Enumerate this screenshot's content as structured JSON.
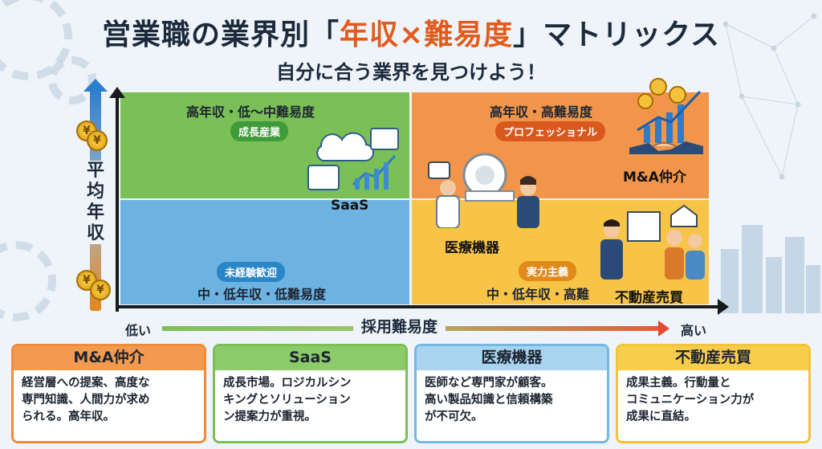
{
  "title_parts": {
    "before": "営業職の業界別「",
    "highlight": "年収×難易度",
    "after": "」マトリックス"
  },
  "subtitle": "自分に合う業界を見つけよう！",
  "yaxis_label": "平均年収",
  "coin_symbol": "¥",
  "xaxis": {
    "low": "低い",
    "label": "採用難易度",
    "high": "高い"
  },
  "quadrants": {
    "top_left": {
      "heading": "高年収・低〜中難易度",
      "tag": "成長産業",
      "industry": "SaaS"
    },
    "top_right": {
      "heading": "高年収・高難易度",
      "tag": "プロフェッショナル",
      "industry": "M&A仲介"
    },
    "bottom_left": {
      "tag": "未経験歓迎",
      "heading": "中・低年収・低難易度"
    },
    "bottom_right": {
      "industry_a": "医療機器",
      "tag": "実力主義",
      "heading": "中・低年収・高難",
      "industry_b": "不動産売買"
    }
  },
  "cards": [
    {
      "title": "M&A仲介",
      "lines": [
        "経営層への提案、高度な",
        "専門知識、人間力が求め",
        "られる。高年収。"
      ]
    },
    {
      "title": "SaaS",
      "lines": [
        "成長市場。ロジカルシン",
        "キングとソリューション",
        "ン提案力が重視。"
      ]
    },
    {
      "title": "医療機器",
      "lines": [
        "医師など専門家が顧客。",
        "高い製品知識と信頼構築",
        "が不可欠。"
      ]
    },
    {
      "title": "不動産売買",
      "lines": [
        "成果主義。行動量と",
        "コミュニケーション力が",
        "成果に直結。"
      ]
    }
  ],
  "colors": {
    "accent": "#e35b1c",
    "green": "#7bbf57",
    "orange": "#f0954a",
    "blue": "#6db3e2",
    "yellow": "#f7c448"
  }
}
